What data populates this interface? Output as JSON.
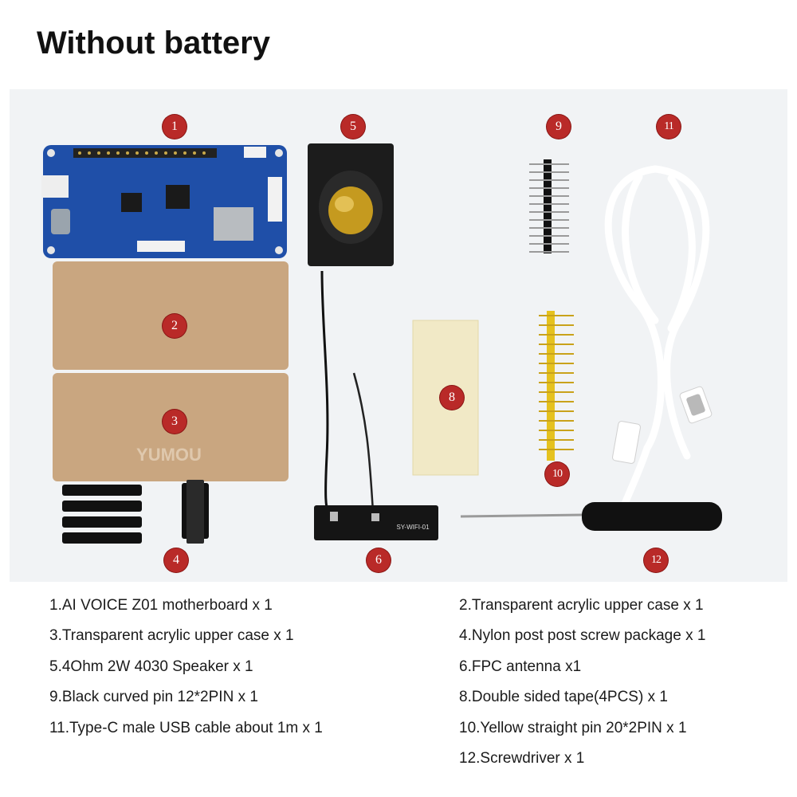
{
  "title": "Without battery",
  "photo": {
    "case_engraving": "YUMOU",
    "antenna_print": "SY-WIFI-01",
    "badges": [
      "1",
      "2",
      "3",
      "4",
      "5",
      "6",
      "8",
      "9",
      "10",
      "11",
      "12"
    ]
  },
  "parts_left": [
    "1.AI VOICE Z01 motherboard x 1",
    "3.Transparent acrylic upper case x 1",
    "5.4Ohm 2W 4030 Speaker x 1",
    "9.Black curved pin 12*2PIN x 1",
    "11.Type-C male USB cable about 1m x 1"
  ],
  "parts_right": [
    "2.Transparent acrylic upper case x 1",
    "4.Nylon post post screw package x 1",
    "6.FPC antenna x1",
    "8.Double sided tape(4PCS) x 1",
    "10.Yellow straight pin 20*2PIN x 1",
    "12.Screwdriver x 1"
  ],
  "colors": {
    "badge": "#b92a28",
    "board": "#1f4fa8",
    "acrylic": "#c9a680",
    "background": "#f1f3f5"
  }
}
